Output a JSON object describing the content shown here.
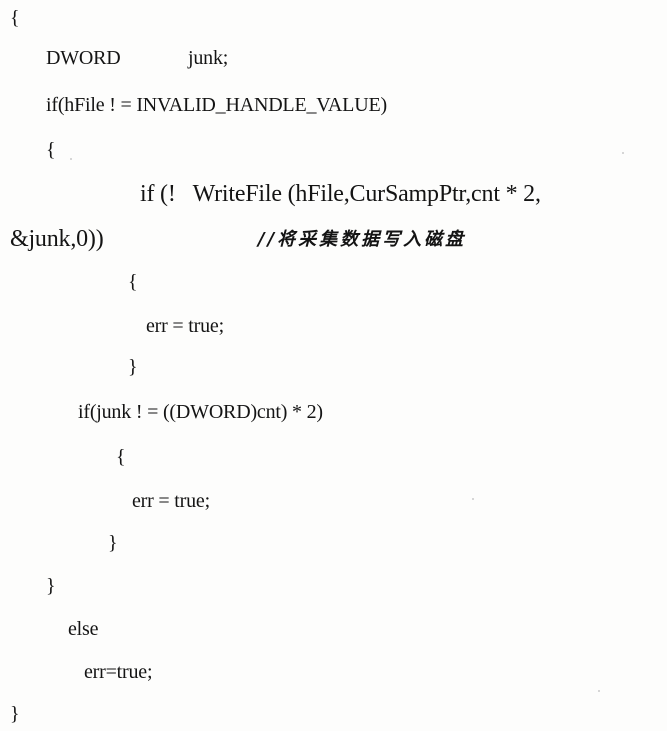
{
  "code": {
    "l01": "{",
    "l02_a": "DWORD",
    "l02_b": "junk;",
    "l03": "if(hFile ! = INVALID_HANDLE_VALUE)",
    "l04": "{",
    "l05": "if (!   WriteFile (hFile,CurSampPtr,cnt * 2,",
    "l06": "&junk,0))",
    "l06_comment": "//将采集数据写入磁盘",
    "l07": "{",
    "l08": "err = true;",
    "l09": "}",
    "l10": "if(junk ! = ((DWORD)cnt) * 2)",
    "l11": "{",
    "l12": "err = true;",
    "l13": "}",
    "l14": "}",
    "l15": "else",
    "l16": "err=true;",
    "l17": "}"
  }
}
